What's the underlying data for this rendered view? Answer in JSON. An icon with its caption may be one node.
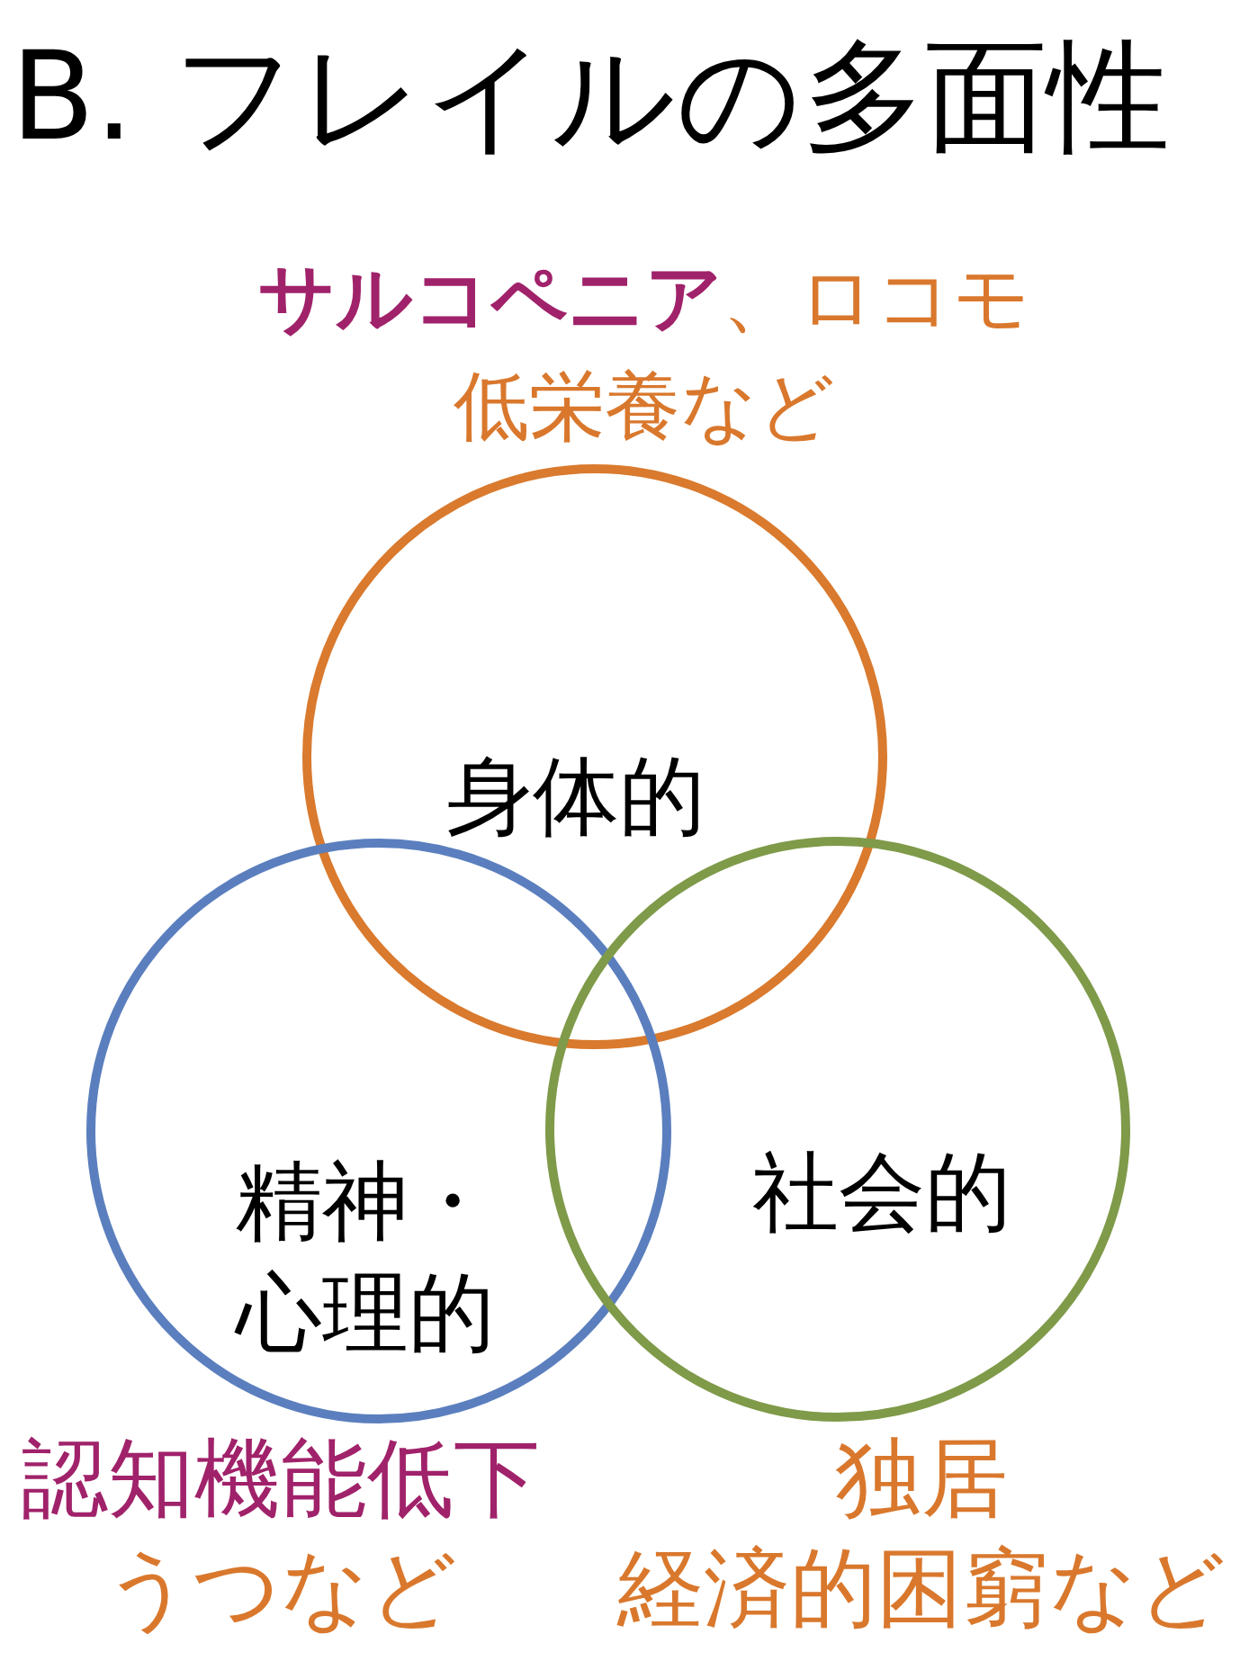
{
  "diagram": {
    "title": "B. フレイルの多面性",
    "nodes": [
      {
        "text": [
          "身体的"
        ],
        "beside": [
          "**サルコペニア**、ロコモ",
          "低栄養など"
        ]
      },
      {
        "text": [
          "精神・心理的"
        ],
        "beside": [
          "認知機能低下",
          "うつなど"
        ]
      },
      {
        "text": [
          "社会的"
        ],
        "beside": [
          "独居",
          "経済的困窮など"
        ]
      }
    ]
  }
}
